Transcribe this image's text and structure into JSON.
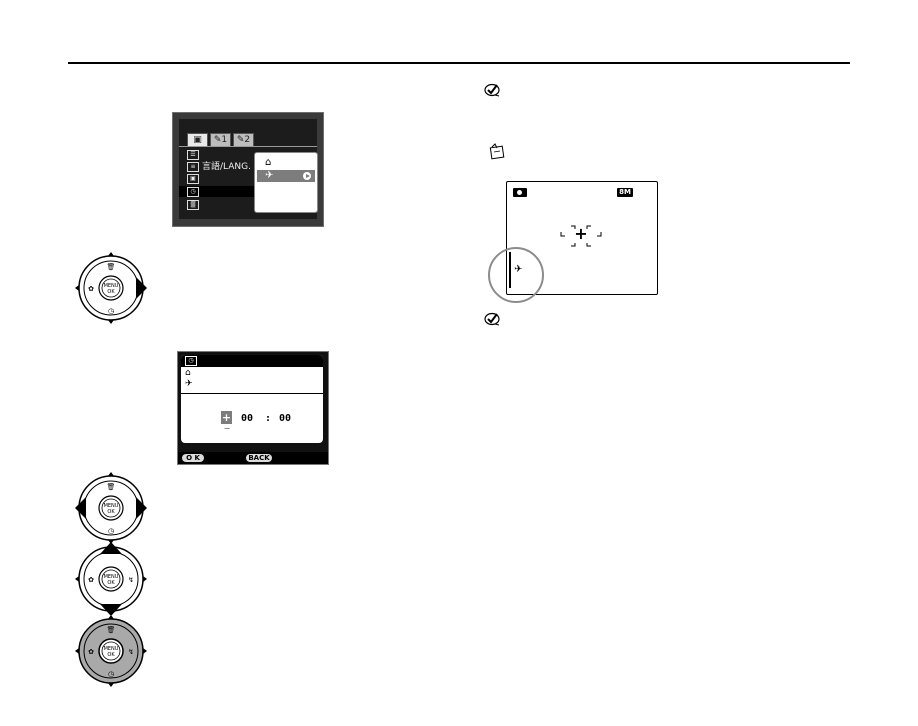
{
  "settings_screen": {
    "tabs": [
      "▣",
      "✎1",
      "✎2"
    ],
    "rows": [
      {
        "icon": "☰",
        "label": ""
      },
      {
        "icon": "≡",
        "label": "言語/LANG."
      },
      {
        "icon": "▣",
        "label": ""
      },
      {
        "icon": "◷",
        "label": ""
      },
      {
        "icon": "▒",
        "label": ""
      }
    ],
    "submenu": {
      "home_symbol": "⌂",
      "destination_symbol": "✈"
    }
  },
  "time_difference_screen": {
    "rows": [
      "⌂",
      "✈"
    ],
    "sign_plus": "+",
    "sign_minus": "−",
    "hours": "00",
    "separator": ":",
    "minutes": "00",
    "ok_label": "O K",
    "back_label": "BACK"
  },
  "viewfinder": {
    "image_size": "8M",
    "focus_frame_symbol": "+",
    "destination_symbol": "✈"
  },
  "colors": {
    "lcd_background": "#1b1b1b",
    "selection_gray": "#7d7d7d"
  }
}
